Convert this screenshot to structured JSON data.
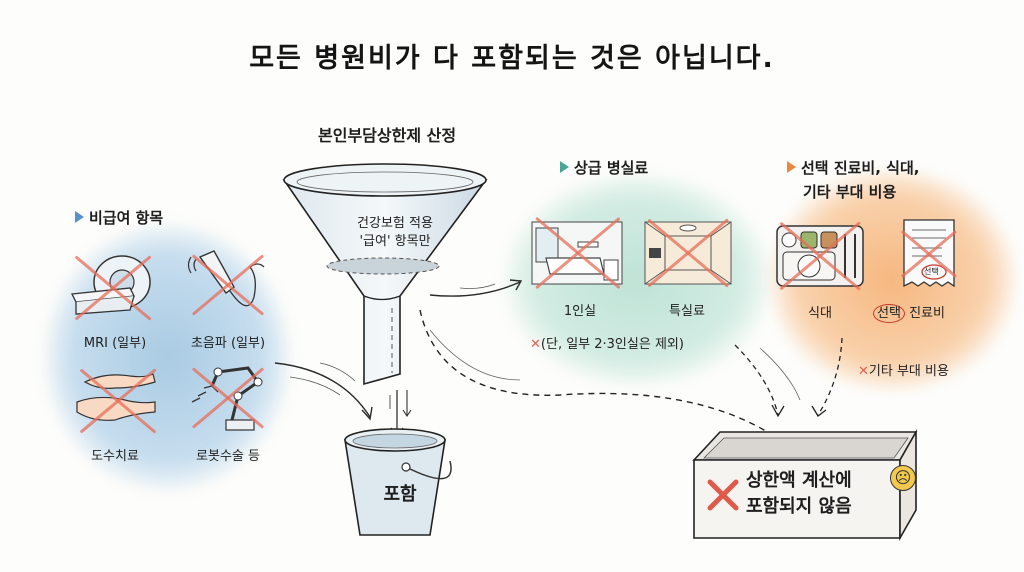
{
  "title": "모든 병원비가 다 포함되는 것은 아닙니다.",
  "funnel": {
    "heading": "본인부담상한제 산정",
    "inner_line1": "건강보험 적용",
    "inner_line2": "'급여' 항목만"
  },
  "bucket": {
    "label": "포함"
  },
  "non_covered": {
    "heading": "비급여 항목",
    "color": "#a9cbe3",
    "items": [
      {
        "label": "MRI (일부)",
        "icon": "mri-scanner-icon"
      },
      {
        "label": "초음파 (일부)",
        "icon": "ultrasound-probe-icon"
      },
      {
        "label": "도수치료",
        "icon": "manual-therapy-hands-icon"
      },
      {
        "label": "로봇수술 등",
        "icon": "robotic-arm-icon"
      }
    ]
  },
  "premium_room": {
    "heading": "상급 병실료",
    "color": "#b9e0d3",
    "items": [
      {
        "label": "1인실",
        "icon": "hospital-room-icon"
      },
      {
        "label": "특실료",
        "icon": "luxury-room-icon"
      }
    ],
    "note": "(단, 일부 2·3인실은 제외)"
  },
  "optional": {
    "heading_line1": "선택 진료비, 식대,",
    "heading_line2": "기타 부대 비용",
    "color": "#f7c08f",
    "items": [
      {
        "label": "식대",
        "icon": "meal-tray-icon"
      },
      {
        "label_circled": "선택",
        "label_rest": "진료비",
        "icon": "receipt-icon",
        "receipt_stamp": "선택"
      }
    ],
    "extra": "기타 부대 비용"
  },
  "excluded_box": {
    "line1": "상한액 계산에",
    "line2": "포함되지 않음",
    "face": "sad-face-icon"
  },
  "colors": {
    "cross": "#e06454",
    "arrow": "#2a2a2a",
    "triangle_blue": "#5b8fc9",
    "triangle_teal": "#4aa596",
    "triangle_orange": "#e8893c"
  }
}
